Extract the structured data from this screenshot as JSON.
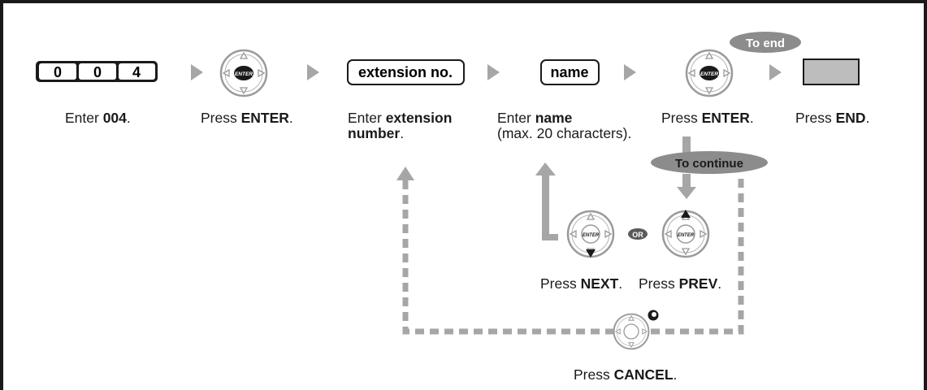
{
  "keys": {
    "digits": [
      "0",
      "0",
      "4"
    ],
    "enter_label": "ENTER",
    "or_label": "OR"
  },
  "boxes": {
    "extension": "extension no.",
    "name": "name"
  },
  "flow_labels": {
    "to_end": "To end",
    "to_continue": "To continue"
  },
  "steps": [
    {
      "plain": "Enter ",
      "bold": "004",
      "tail": ".",
      "line2": ""
    },
    {
      "plain": "Press ",
      "bold": "ENTER",
      "tail": ".",
      "line2": ""
    },
    {
      "plain": "Enter ",
      "bold": "extension",
      "tail": "",
      "line2_bold": "number",
      "line2": "."
    },
    {
      "plain": "Enter ",
      "bold": "name",
      "tail": "",
      "line2": "(max. 20 characters)."
    },
    {
      "plain": "Press ",
      "bold": "ENTER",
      "tail": ".",
      "line2": ""
    },
    {
      "plain": "Press ",
      "bold": "END",
      "tail": ".",
      "line2": ""
    }
  ],
  "sub_steps": {
    "next": {
      "plain": "Press ",
      "bold": "NEXT",
      "tail": "."
    },
    "prev": {
      "plain": "Press ",
      "bold": "PREV",
      "tail": "."
    },
    "cancel": {
      "plain": "Press ",
      "bold": "CANCEL",
      "tail": "."
    }
  },
  "colors": {
    "border": "#1a1a1a",
    "arrow_gray": "#a6a6a6",
    "pill_gray": "#8c8c8c",
    "dark_pill": "#5a5a5a",
    "end_key": "#bdbdbd"
  }
}
